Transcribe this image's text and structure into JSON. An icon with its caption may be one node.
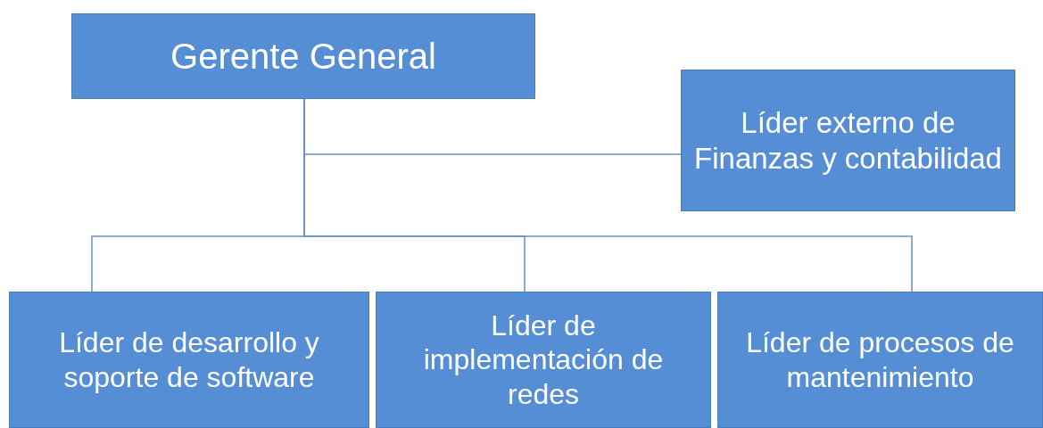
{
  "diagram": {
    "nodes": [
      {
        "text": [
          "Gerente General"
        ]
      },
      {
        "text": [
          "Líder externo de Finanzas y contabilidad"
        ]
      },
      {
        "text": [
          "Líder de desarrollo y soporte de software"
        ]
      },
      {
        "text": [
          "Líder de implementación de redes"
        ]
      },
      {
        "text": [
          "Líder de procesos de mantenimiento"
        ]
      }
    ],
    "edges": [
      {
        "from": 0,
        "to": 1,
        "arrow": "none"
      },
      {
        "from": 0,
        "to": 2,
        "arrow": "none"
      },
      {
        "from": 0,
        "to": 3,
        "arrow": "none"
      },
      {
        "from": 0,
        "to": 4,
        "arrow": "none"
      }
    ]
  }
}
